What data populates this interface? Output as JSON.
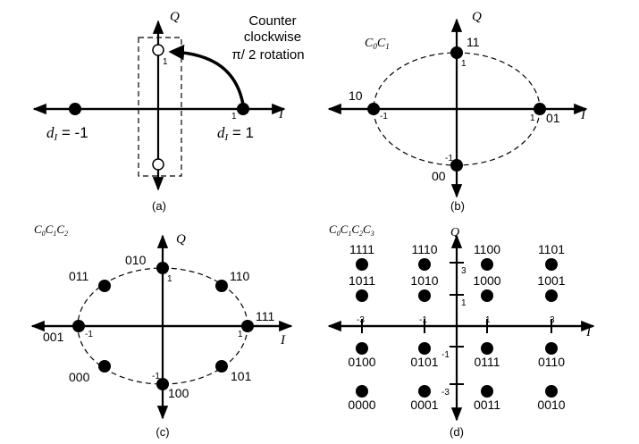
{
  "axis_labels": {
    "q": "Q",
    "i": "I"
  },
  "panel_a": {
    "caption": "(a)",
    "left_label": "d",
    "left_sub": "I",
    "left_value": " = -1",
    "right_label": "d",
    "right_sub": "I",
    "right_value": " = 1",
    "rotation_line1": "Counter",
    "rotation_line2": "clockwise",
    "rotation_line3": "π/ 2 rotation",
    "tick_i": "1",
    "tick_q": "1"
  },
  "panel_b": {
    "caption": "(b)",
    "title": "C0C1",
    "title_parts": [
      "C",
      "0",
      "C",
      "1"
    ],
    "points": [
      {
        "code": "11",
        "tick": "1"
      },
      {
        "code": "10",
        "tick": "-1"
      },
      {
        "code": "01",
        "tick": "1"
      },
      {
        "code": "00",
        "tick": "-1"
      }
    ]
  },
  "panel_c": {
    "caption": "(c)",
    "title_parts": [
      "C",
      "0",
      "C",
      "1",
      "C",
      "2"
    ],
    "points": [
      {
        "code": "010"
      },
      {
        "code": "011"
      },
      {
        "code": "110"
      },
      {
        "code": "001"
      },
      {
        "code": "111"
      },
      {
        "code": "000"
      },
      {
        "code": "101"
      },
      {
        "code": "100"
      }
    ],
    "ticks": {
      "top": "1",
      "left": "-1",
      "right": "1",
      "bottom": "-1"
    }
  },
  "panel_d": {
    "caption": "(d)",
    "title_parts": [
      "C",
      "0",
      "C",
      "1",
      "C",
      "2",
      "C",
      "3"
    ],
    "rows": [
      [
        "1111",
        "1110",
        "1100",
        "1101"
      ],
      [
        "1011",
        "1010",
        "1000",
        "1001"
      ],
      [
        "0100",
        "0101",
        "0111",
        "0110"
      ],
      [
        "0000",
        "0001",
        "0011",
        "0010"
      ]
    ],
    "i_ticks": [
      "-3",
      "-1",
      "1",
      "3"
    ],
    "q_ticks": [
      "3",
      "1",
      "-1",
      "-3"
    ]
  }
}
